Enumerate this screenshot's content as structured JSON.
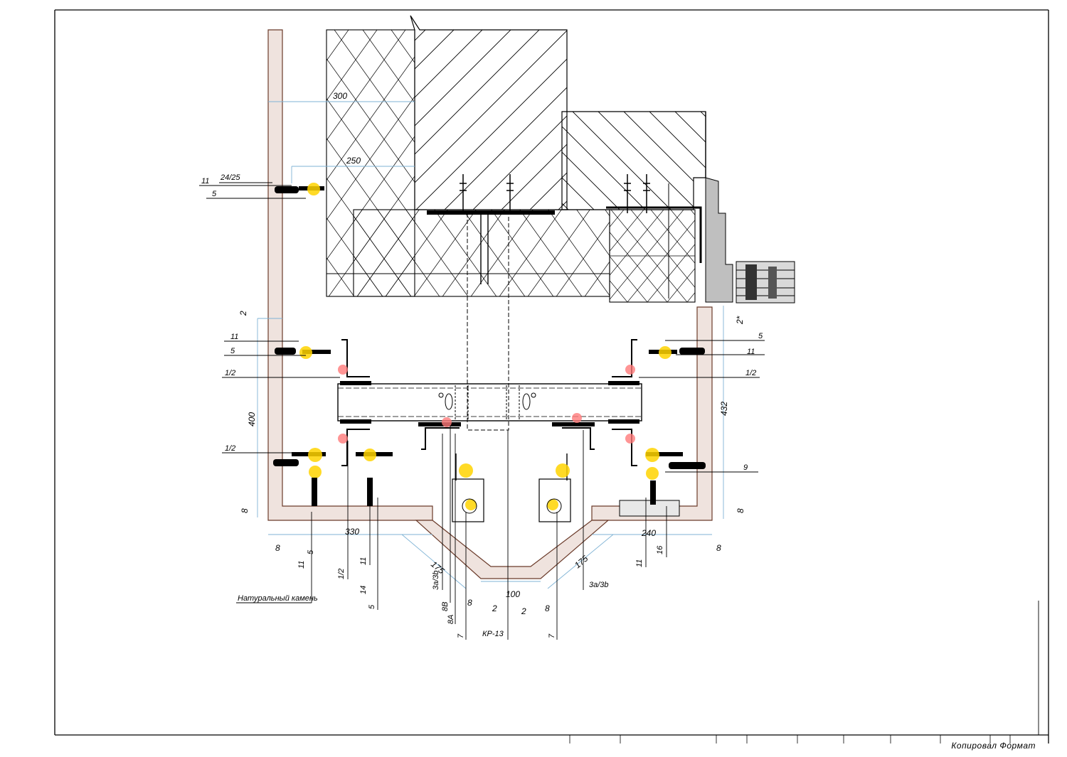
{
  "drawing": {
    "dimensions": {
      "d300": "300",
      "d250": "250",
      "d2_top_left": "2",
      "d400": "400",
      "d432": "432",
      "d2_right": "2*",
      "d8_left_vertical": "8",
      "d8_right_vertical": "8",
      "d8_left_bottom": "8",
      "d8_right_bottom": "8",
      "d330": "330",
      "d240": "240",
      "d175_left": "175",
      "d175_right": "175",
      "d100": "100",
      "d8_center_left": "8",
      "d8_center_right": "8",
      "d2_center_left": "2",
      "d2_center_right": "2"
    },
    "callouts": {
      "c11_top": "11",
      "c2425_top": "24/25",
      "c5_top": "5",
      "c11_left": "11",
      "c5_left": "5",
      "c12_left_upper": "1/2",
      "c12_left_lower": "1/2",
      "c5_right": "5",
      "c11_right": "11",
      "c12_right": "1/2",
      "c9_right": "9",
      "c5_b1": "5",
      "c11_b1": "11",
      "c12_b2": "1/2",
      "c11_b2": "11",
      "c14_b3": "14",
      "c5_b4": "5",
      "stone_label": "Натуральный камень",
      "c3a3b_left": "3a/3b",
      "c8v": "8В",
      "c8a": "8А",
      "c7_left": "7",
      "ckp13": "КР-13",
      "c7_right": "7",
      "c3a3b_right": "3a/3b",
      "c11_br": "11",
      "c16_br": "16"
    }
  },
  "footer": {
    "copied_by": "Копировал Формат"
  },
  "colors": {
    "stone": "#efe3de",
    "stone_edge": "#6b3b2a",
    "highlight": "#ffd400",
    "rivet": "#ff7a7a",
    "dimension": "#7fb3d5"
  }
}
